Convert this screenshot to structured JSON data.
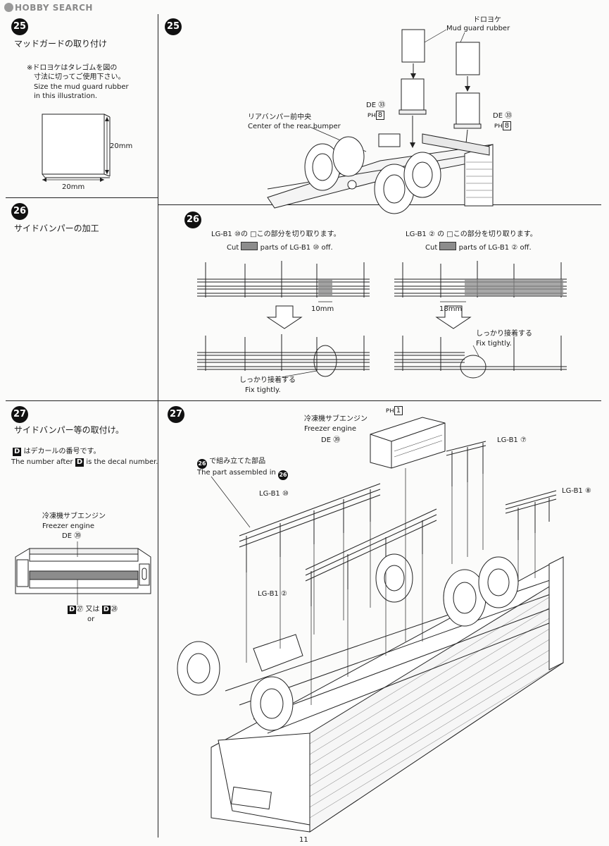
{
  "watermark": {
    "brand": "HOBBY SEARCH"
  },
  "page_number": "11",
  "steps": {
    "s25": {
      "number": "25",
      "title_jp": "マッドガードの取り付け",
      "note_jp_1": "※ドロヨケはタレゴムを図の",
      "note_jp_2": "寸法に切ってご使用下さい。",
      "note_en_1": "Size the mud guard rubber",
      "note_en_2": "in this illustration.",
      "dim_height": "20mm",
      "dim_width": "20mm",
      "label_mudguard_jp": "ドロヨケ",
      "label_mudguard_en": "Mud guard rubber",
      "label_de_left": "DE ㉝",
      "label_ph_left": "8",
      "label_de_right": "DE ㉝",
      "label_ph_right": "8",
      "label_bumper_jp": "リアバンパー前中央",
      "label_bumper_en": "Center of the rear bumper"
    },
    "s26": {
      "number": "26",
      "title_jp": "サイドバンパーの加工",
      "left_jp": "LG-B1 ⑩の □この部分を切り取ります。",
      "left_en_a": "Cut",
      "left_en_b": "parts of LG-B1 ⑩ off.",
      "right_jp": "LG-B1 ② の □この部分を切り取ります。",
      "right_en_a": "Cut",
      "right_en_b": "parts of LG-B1 ② off.",
      "dim_left": "10mm",
      "dim_right": "18mm",
      "fix_jp": "しっかり接着する",
      "fix_en": "Fix tightly.",
      "fix_jp_2": "しっかり接着する",
      "fix_en_2": "Fix tightly."
    },
    "s27": {
      "number": "27",
      "title_jp": "サイドバンパー等の取付け。",
      "decal_jp": "はデカールの番号です。",
      "decal_en_a": "The number after",
      "decal_en_b": "is the decal number.",
      "decal_letter": "D",
      "engine_jp": "冷凍機サブエンジン",
      "engine_en": "Freezer engine",
      "engine_de": "DE ㊴",
      "decal_choice_a": "㉗",
      "decal_choice_or_jp": "又は",
      "decal_choice_b": "㉘",
      "decal_choice_or_en": "or",
      "right_engine_jp": "冷凍機サブエンジン",
      "right_engine_en": "Freezer engine",
      "right_engine_de": "DE ㊴",
      "right_ph": "1",
      "assembled_jp": "で組み立てた部品",
      "assembled_ref": "26",
      "assembled_en": "The part assembled in",
      "lg_b1_10": "LG-B1 ⑩",
      "lg_b1_7": "LG-B1 ⑦",
      "lg_b1_8": "LG-B1 ⑧",
      "lg_b1_2": "LG-B1 ②"
    }
  }
}
